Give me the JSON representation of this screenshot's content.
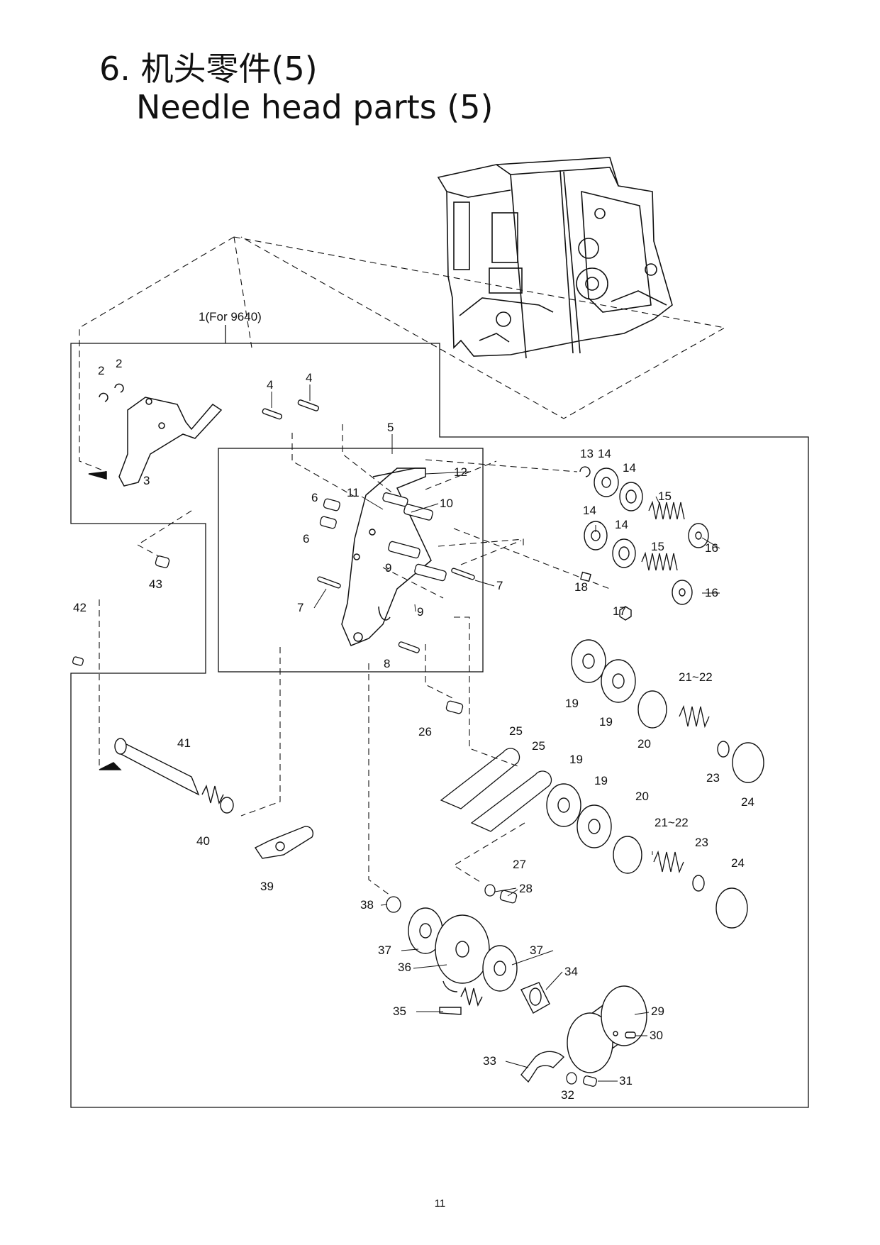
{
  "title": {
    "zh": "6. 机头零件(5)",
    "en": "Needle head parts (5)"
  },
  "group_label": "1(For 9640)",
  "page_number": "11",
  "callouts": [
    {
      "id": "c2a",
      "text": "2"
    },
    {
      "id": "c2b",
      "text": "2"
    },
    {
      "id": "c3",
      "text": "3"
    },
    {
      "id": "c4a",
      "text": "4"
    },
    {
      "id": "c4b",
      "text": "4"
    },
    {
      "id": "c5",
      "text": "5"
    },
    {
      "id": "c6a",
      "text": "6"
    },
    {
      "id": "c6b",
      "text": "6"
    },
    {
      "id": "c7a",
      "text": "7"
    },
    {
      "id": "c7b",
      "text": "7"
    },
    {
      "id": "c8",
      "text": "8"
    },
    {
      "id": "c9a",
      "text": "9"
    },
    {
      "id": "c9b",
      "text": "9"
    },
    {
      "id": "c10",
      "text": "10"
    },
    {
      "id": "c11",
      "text": "11"
    },
    {
      "id": "c12",
      "text": "12"
    },
    {
      "id": "c13",
      "text": "13"
    },
    {
      "id": "c14a",
      "text": "14"
    },
    {
      "id": "c14b",
      "text": "14"
    },
    {
      "id": "c14c",
      "text": "14"
    },
    {
      "id": "c14d",
      "text": "14"
    },
    {
      "id": "c15a",
      "text": "15"
    },
    {
      "id": "c15b",
      "text": "15"
    },
    {
      "id": "c16a",
      "text": "16"
    },
    {
      "id": "c16b",
      "text": "16"
    },
    {
      "id": "c17",
      "text": "17"
    },
    {
      "id": "c18",
      "text": "18"
    },
    {
      "id": "c19a",
      "text": "19"
    },
    {
      "id": "c19b",
      "text": "19"
    },
    {
      "id": "c19c",
      "text": "19"
    },
    {
      "id": "c19d",
      "text": "19"
    },
    {
      "id": "c20a",
      "text": "20"
    },
    {
      "id": "c20b",
      "text": "20"
    },
    {
      "id": "c21a",
      "text": "21~22"
    },
    {
      "id": "c21b",
      "text": "21~22"
    },
    {
      "id": "c23a",
      "text": "23"
    },
    {
      "id": "c23b",
      "text": "23"
    },
    {
      "id": "c24a",
      "text": "24"
    },
    {
      "id": "c24b",
      "text": "24"
    },
    {
      "id": "c25a",
      "text": "25"
    },
    {
      "id": "c25b",
      "text": "25"
    },
    {
      "id": "c26",
      "text": "26"
    },
    {
      "id": "c27",
      "text": "27"
    },
    {
      "id": "c28",
      "text": "28"
    },
    {
      "id": "c29",
      "text": "29"
    },
    {
      "id": "c30",
      "text": "30"
    },
    {
      "id": "c31",
      "text": "31"
    },
    {
      "id": "c32",
      "text": "32"
    },
    {
      "id": "c33",
      "text": "33"
    },
    {
      "id": "c34",
      "text": "34"
    },
    {
      "id": "c35",
      "text": "35"
    },
    {
      "id": "c36",
      "text": "36"
    },
    {
      "id": "c37a",
      "text": "37"
    },
    {
      "id": "c37b",
      "text": "37"
    },
    {
      "id": "c38",
      "text": "38"
    },
    {
      "id": "c39",
      "text": "39"
    },
    {
      "id": "c40",
      "text": "40"
    },
    {
      "id": "c41",
      "text": "41"
    },
    {
      "id": "c42",
      "text": "42"
    },
    {
      "id": "c43",
      "text": "43"
    }
  ]
}
